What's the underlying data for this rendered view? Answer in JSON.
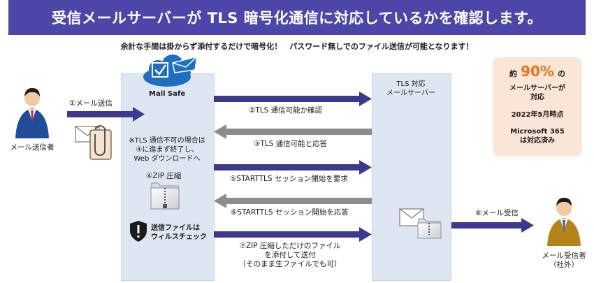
{
  "banner": {
    "title": "受信メールサーバーが TLS 暗号化通信に対応しているかを確認します。"
  },
  "subtitle": "余計な手間は掛からず添付するだけで暗号化！　パスワード無しでのファイル送信が可能となります！",
  "sender": {
    "label": "メール送信者"
  },
  "receiver": {
    "label": "メール受信者\n（社外）"
  },
  "mailsafe": {
    "label": "Mail Safe",
    "note": "※TLS 通信不可の場合は\n④に進まず終了し、\nWeb ダウンロードへ",
    "zip_label": "④ZIP 圧縮",
    "virus_label": "送信ファイルは\nウィルスチェック"
  },
  "tls_server": {
    "label": "TLS 対応\nメールサーバー"
  },
  "steps": {
    "s1": "①メール送信",
    "s2": "②TLS 通信可能か確認",
    "s3": "③TLS 通信可能と応答",
    "s5": "⑤STARTTLS セッション開始を要求",
    "s6": "⑥STARTTLS セッション開始を応答",
    "s7": "⑦ZIP 圧縮しただけのファイル\nを添付して送付\n（そのまま生ファイルでも可）",
    "s8": "⑧メール受信"
  },
  "callout": {
    "prefix": "約",
    "percent": "90%",
    "suffix": "の",
    "line2": "メールサーバーが\n対応",
    "date": "2022年5月時点",
    "note": "Microsoft 365\nは対応済み"
  },
  "colors": {
    "banner": "#4c46a8",
    "arrow_forward": "#3c3a8e",
    "arrow_back": "#8c8c8c",
    "panel": "#dde6f1",
    "callout_bg": "#fbe5d6",
    "accent_orange": "#e8741b",
    "cloud_blue": "#1e6fc2"
  },
  "icons": [
    "mail-icon",
    "checkbox-icon",
    "person-icon",
    "envelope-clip-icon",
    "zip-file-icon",
    "shield-exclamation-icon"
  ]
}
